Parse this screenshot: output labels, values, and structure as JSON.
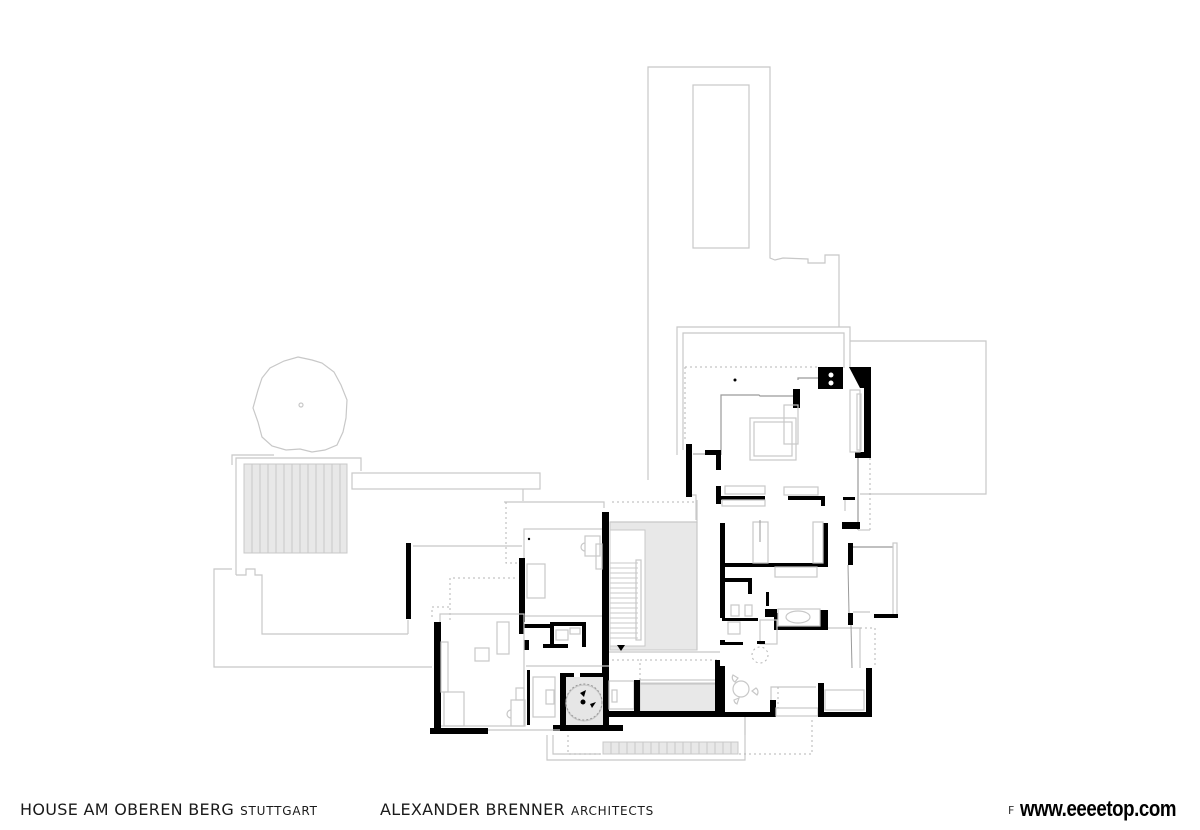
{
  "caption": {
    "project_name": "HOUSE AM OBEREN BERG",
    "project_city": "STUTTGART",
    "architect_name": "ALEXANDER BRENNER",
    "architect_role": "ARCHITECTS",
    "figure_label": "F",
    "watermark": "www.eeeetop.com"
  },
  "drawing": {
    "type": "architectural floor plan",
    "elements": [
      "pool",
      "terrace",
      "tree",
      "pergola",
      "main-stair",
      "spiral-stair",
      "bathtub",
      "dining-table",
      "fireplace"
    ],
    "colors": {
      "wall": "#000000",
      "outline": "#c8c8c8",
      "hatch": "#e8e8e8"
    }
  }
}
